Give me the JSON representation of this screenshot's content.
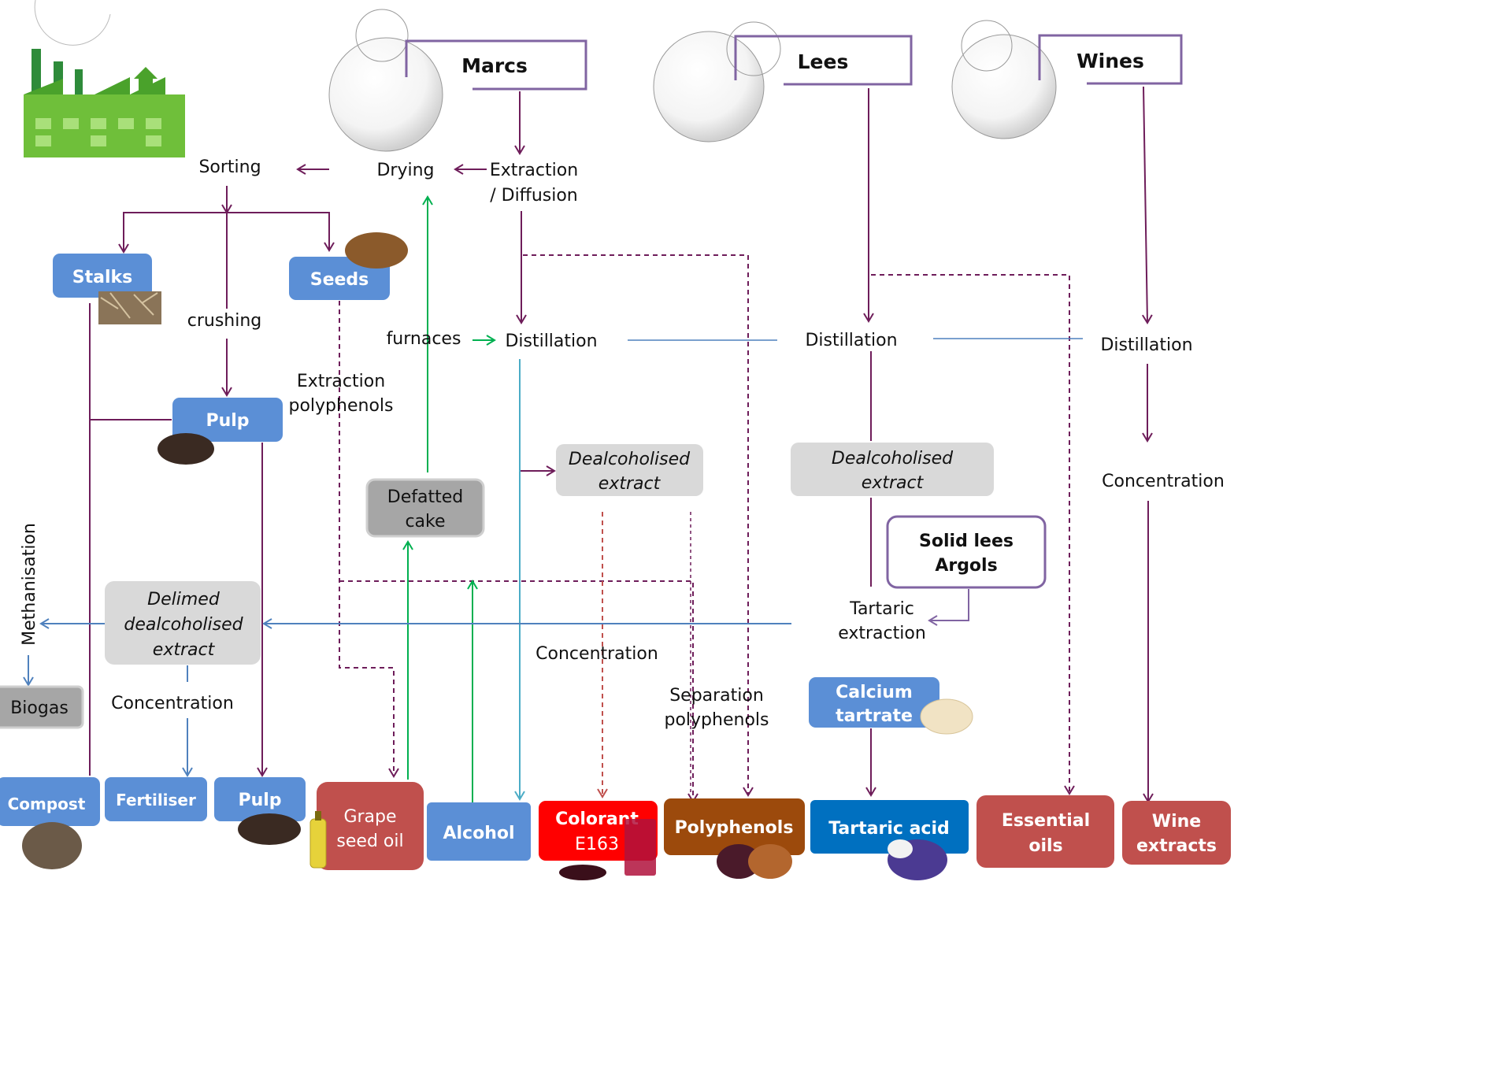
{
  "sources": {
    "marcs": "Marcs",
    "lees": "Lees",
    "wines": "Wines",
    "solid_lees_1": "Solid lees",
    "solid_lees_2": "Argols"
  },
  "steps": {
    "sorting": "Sorting",
    "drying": "Drying",
    "extraction_1": "Extraction",
    "extraction_2": "/ Diffusion",
    "crushing": "crushing",
    "furnaces": "furnaces",
    "distillation_marcs": "Distillation",
    "distillation_lees": "Distillation",
    "distillation_wines": "Distillation",
    "extraction_polyphenols_1": "Extraction",
    "extraction_polyphenols_2": "polyphenols",
    "concentration_wines": "Concentration",
    "concentration_colorant": "Concentration",
    "concentration_fertiliser": "Concentration",
    "tartaric_extraction_1": "Tartaric",
    "tartaric_extraction_2": "extraction",
    "separation_polyphenols_1": "Separation",
    "separation_polyphenols_2": "polyphenols",
    "methanisation": "Methanisation"
  },
  "intermediates": {
    "stalks": "Stalks",
    "seeds": "Seeds",
    "pulp": "Pulp",
    "defatted_cake_1": "Defatted",
    "defatted_cake_2": "cake",
    "dealcoholised_marcs_1": "Dealcoholised",
    "dealcoholised_marcs_2": "extract",
    "dealcoholised_lees_1": "Dealcoholised",
    "dealcoholised_lees_2": "extract",
    "delimed_1": "Delimed",
    "delimed_2": "dealcoholised",
    "delimed_3": "extract",
    "calcium_tartrate_1": "Calcium",
    "calcium_tartrate_2": "tartrate",
    "biogas": "Biogas"
  },
  "products": {
    "compost": "Compost",
    "fertiliser": "Fertiliser",
    "pulp": "Pulp",
    "grape_seed_oil_1": "Grape",
    "grape_seed_oil_2": "seed oil",
    "alcohol": "Alcohol",
    "colorant_1": "Colorant",
    "colorant_2": "E163",
    "polyphenols": "Polyphenols",
    "tartaric_acid": "Tartaric acid",
    "essential_oils_1": "Essential",
    "essential_oils_2": "oils",
    "wine_extracts_1": "Wine",
    "wine_extracts_2": "extracts"
  },
  "icons": [
    "factory-icon",
    "bubble-icon",
    "seeds-photo-icon",
    "stalks-photo-icon",
    "pulp-photo-icon",
    "powder-photo-icon",
    "oil-bottle-icon",
    "compost-photo-icon",
    "colorant-photo-icon",
    "polyphenols-photo-icon",
    "tartaric-acid-photo-icon"
  ],
  "colors": {
    "purple_arrow": "#6e1d5a",
    "blue_box": "#5b8fd6",
    "grey_box": "#d9d9d9",
    "dark_grey_box": "#a6a6a6",
    "red_box": "#c0504d",
    "bright_red_box": "#ff0000",
    "brown_box": "#9c4a0c",
    "deep_blue_box": "#0070c0",
    "green_arrow": "#00b050",
    "cyan_arrow": "#4bacc6",
    "steel_arrow": "#4f81bd",
    "source_border": "#8064a2"
  }
}
